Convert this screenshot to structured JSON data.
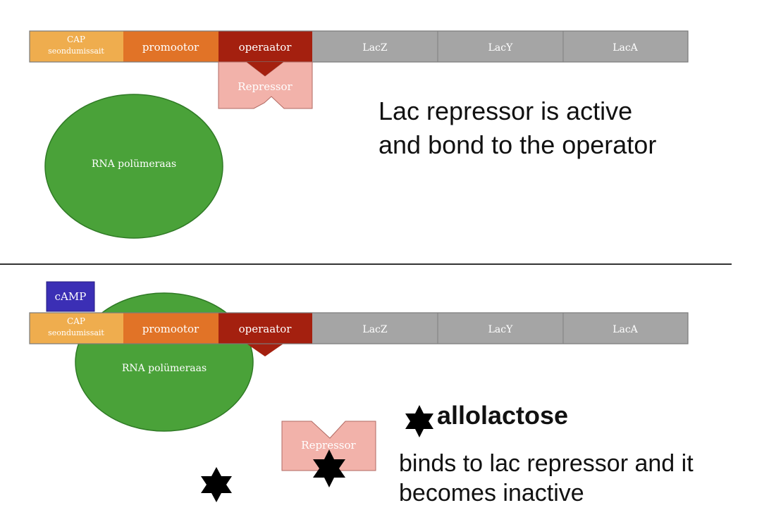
{
  "operon_top": {
    "segments": {
      "cap": {
        "line1": "CAP",
        "line2": "seondumissait",
        "color": "#efad4e"
      },
      "promoter": {
        "label": "promootor",
        "color": "#e17327"
      },
      "operator": {
        "label": "operaator",
        "color": "#a4200f"
      },
      "lacz": {
        "label": "LacZ",
        "color": "#a5a5a5"
      },
      "lacy": {
        "label": "LacY",
        "color": "#a5a5a5"
      },
      "laca": {
        "label": "LacA",
        "color": "#a5a5a5"
      }
    },
    "repressor": {
      "label": "Repressor",
      "color": "#f2b2aa"
    },
    "polymerase": {
      "label": "RNA polümeraas",
      "color": "#4aa239"
    },
    "caption": {
      "line1": "Lac repressor is active",
      "line2": "and bond to the operator"
    }
  },
  "operon_bottom": {
    "camp": {
      "label": "cAMP",
      "color": "#3b2fb5"
    },
    "segments": {
      "cap": {
        "line1": "CAP",
        "line2": "seondumissait"
      },
      "promoter": {
        "label": "promootor"
      },
      "operator": {
        "label": "operaator"
      },
      "lacz": {
        "label": "LacZ"
      },
      "lacy": {
        "label": "LacY"
      },
      "laca": {
        "label": "LacA"
      }
    },
    "polymerase": {
      "label": "RNA polümeraas"
    },
    "repressor": {
      "label": "Repressor"
    },
    "allolactose": {
      "label": "allolactose"
    },
    "caption": {
      "line1": "binds to lac repressor and it",
      "line2": "becomes inactive"
    }
  }
}
